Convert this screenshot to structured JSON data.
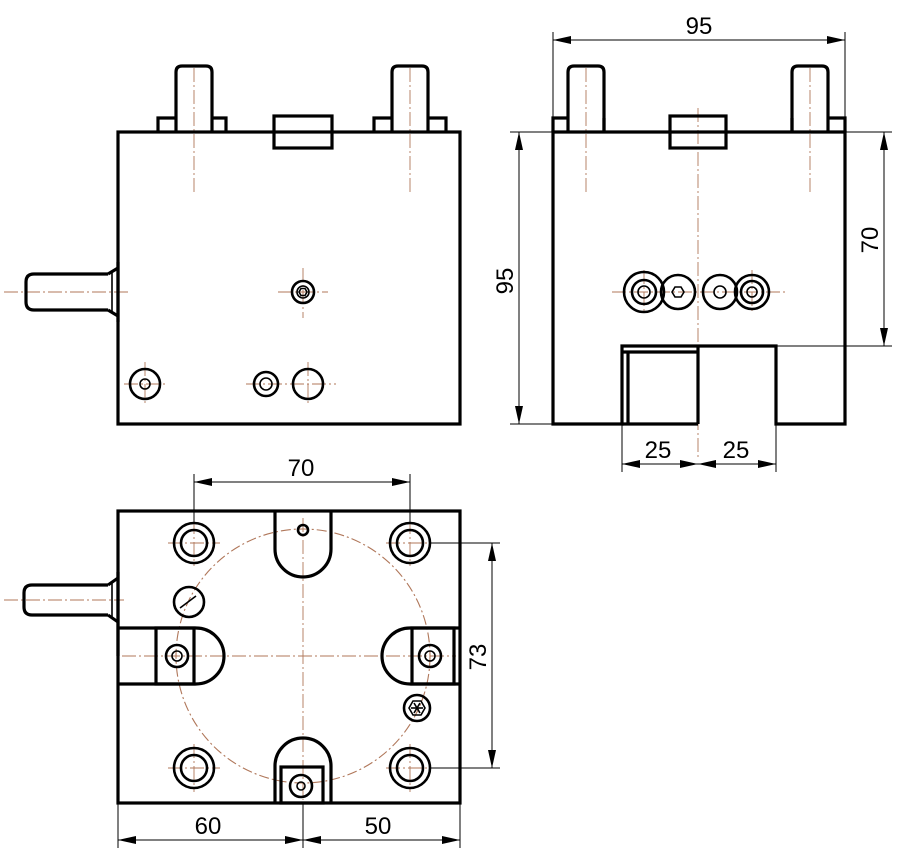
{
  "dimensions": {
    "side_width": "95",
    "side_height": "95",
    "side_height_right": "70",
    "slot_left_width": "25",
    "slot_right_width": "25",
    "top_hole_spacing": "70",
    "right_hole_spacing": "73",
    "bottom_left": "60",
    "bottom_right": "50"
  },
  "colors": {
    "outline": "#000000",
    "centerline": "#b0775a",
    "background": "#ffffff"
  }
}
